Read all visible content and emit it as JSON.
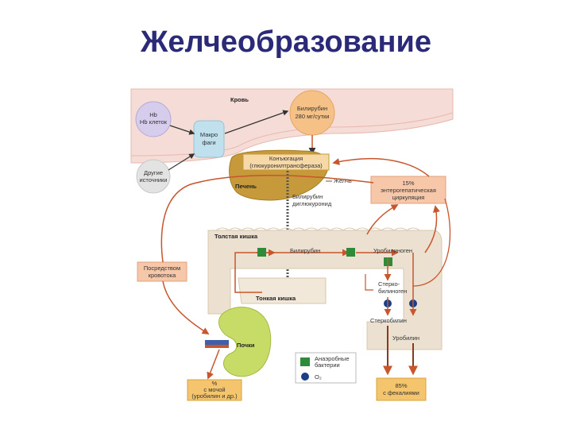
{
  "title": "Желчеобразование",
  "diagram": {
    "blood_label": "Кровь",
    "hb_label": [
      "Hb",
      "Hb клеток"
    ],
    "other_sources_label": [
      "Другие",
      "источники"
    ],
    "macrophage_label": [
      "Макро",
      "фаги"
    ],
    "bilirubin_blood_label": [
      "Билирубин",
      "280 мг/сутки"
    ],
    "liver_label": "Печень",
    "enzyme_label": [
      "Конъюгация",
      "(глюкуронилтрансфераза)"
    ],
    "bile_label": "Желчь",
    "bilirubin_diglucuronide_label": [
      "Билирубин",
      "диглюкуронид"
    ],
    "enterohepatic_label": [
      "15%",
      "энтерогепатическая",
      "циркуляция"
    ],
    "large_intestine_label": "Толстая кишка",
    "bilirubin_label": "Билирубин",
    "urobilinogen_label": "Уробилиноген",
    "stercobilinogen_label": [
      "Стерко-",
      "билиноген"
    ],
    "stercobilin_label": "Стеркобилин",
    "urobilin_label": "Уробилин",
    "small_intestine_label": "Тонкая кишка",
    "via_blood_label": [
      "Посредством",
      "кровотока"
    ],
    "kidney_label": "Почки",
    "urine_label": [
      "%",
      "с мочой",
      "(уробилин и др.)"
    ],
    "feces_label": [
      "85%",
      "с фекалиями"
    ],
    "legend": {
      "anaerobic_label": [
        "Анаэробные",
        "бактерии"
      ],
      "o2_label": "O₂"
    },
    "colors": {
      "blood": "#f6dcd6",
      "arrow": "#c8552b",
      "bacteria": "#2e8b3a",
      "oxygen": "#1a3f86",
      "liver": "#c69a3a",
      "intestine": "#ece1d0",
      "kidney": "#c7dc67",
      "note_box": "#f6c7a8",
      "hb": "#d6cdec",
      "macrophage": "#bfe0ec",
      "bilirubin_circle": "#f6c187",
      "excretion": "#f4c56c"
    }
  }
}
